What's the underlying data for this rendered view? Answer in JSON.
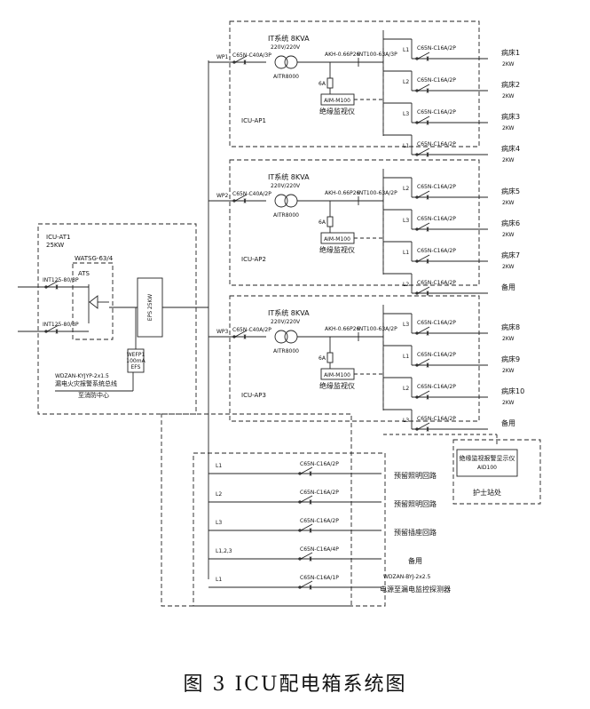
{
  "caption": "图 3 ICU配电箱系统图",
  "at": {
    "name": "ICU-AT1",
    "power": "25KW",
    "ats_model": "WATSG-63/4",
    "ats_label": "ATS",
    "inputs": [
      "INT125-80/3P",
      "INT125-80/3P"
    ],
    "eps_label": "EPS 25KW",
    "wefp_lines": [
      "WEFP1",
      "100mA",
      "EFS"
    ],
    "fire_cable": "WDZAN-KYJYP-2x1.5",
    "fire_desc": "漏电火灾报警系统总线",
    "fire_dest": "至消防中心"
  },
  "panels": [
    {
      "name": "ICU-AP1",
      "feed": "WP1",
      "breaker": "C65N-C40A/3P",
      "it_label": "IT系统 8KVA",
      "voltage": "220V/220V",
      "transformer": "AITR8000",
      "akh": "AKH-0.66P26",
      "fuse": "6A",
      "out_breaker": "INT100-63A/3P",
      "monitor_model": "AIM-M100",
      "monitor_label": "绝缘监视仪",
      "circuits": [
        {
          "phase": "L1",
          "breaker": "C65N-C16A/2P",
          "load": "病床1",
          "power": "2KW"
        },
        {
          "phase": "L2",
          "breaker": "C65N-C16A/2P",
          "load": "病床2",
          "power": "2KW"
        },
        {
          "phase": "L3",
          "breaker": "C65N-C16A/2P",
          "load": "病床3",
          "power": "2KW"
        },
        {
          "phase": "L1",
          "breaker": "C65N-C16A/2P",
          "load": "病床4",
          "power": "2KW"
        }
      ]
    },
    {
      "name": "ICU-AP2",
      "feed": "WP2",
      "breaker": "C65N-C40A/2P",
      "it_label": "IT系统 8KVA",
      "voltage": "220V/220V",
      "transformer": "AITR8000",
      "akh": "AKH-0.66P26",
      "fuse": "6A",
      "out_breaker": "INT100-63A/2P",
      "monitor_model": "AIM-M100",
      "monitor_label": "绝缘监视仪",
      "circuits": [
        {
          "phase": "L2",
          "breaker": "C65N-C16A/2P",
          "load": "病床5",
          "power": "2KW"
        },
        {
          "phase": "L3",
          "breaker": "C65N-C16A/2P",
          "load": "病床6",
          "power": "2KW"
        },
        {
          "phase": "L1",
          "breaker": "C65N-C16A/2P",
          "load": "病床7",
          "power": "2KW"
        },
        {
          "phase": "L2",
          "breaker": "C65N-C16A/2P",
          "load": "备用",
          "power": ""
        }
      ]
    },
    {
      "name": "ICU-AP3",
      "feed": "WP3",
      "breaker": "C65N-C40A/2P",
      "it_label": "IT系统 8KVA",
      "voltage": "220V/220V",
      "transformer": "AITR8000",
      "akh": "AKH-0.66P26",
      "fuse": "6A",
      "out_breaker": "INT100-63A/2P",
      "monitor_model": "AIM-M100",
      "monitor_label": "绝缘监视仪",
      "circuits": [
        {
          "phase": "L3",
          "breaker": "C65N-C16A/2P",
          "load": "病床8",
          "power": "2KW"
        },
        {
          "phase": "L1",
          "breaker": "C65N-C16A/2P",
          "load": "病床9",
          "power": "2KW"
        },
        {
          "phase": "L2",
          "breaker": "C65N-C16A/2P",
          "load": "病床10",
          "power": "2KW"
        },
        {
          "phase": "L3",
          "breaker": "C65N-C16A/2P",
          "load": "备用",
          "power": ""
        }
      ]
    }
  ],
  "alarm": {
    "title": "绝缘监视报警显示仪",
    "model": "AID100",
    "location": "护士站处"
  },
  "bottom": {
    "circuits": [
      {
        "phase": "L1",
        "breaker": "C65N-C16A/2P",
        "desc": "预留照明回路"
      },
      {
        "phase": "L2",
        "breaker": "C65N-C16A/2P",
        "desc": "预留照明回路"
      },
      {
        "phase": "L3",
        "breaker": "C65N-C16A/2P",
        "desc": "预留插座回路"
      },
      {
        "phase": "L1,2,3",
        "breaker": "C65N-C16A/4P",
        "desc": "备用"
      },
      {
        "phase": "L1",
        "breaker": "C65N-C16A/1P",
        "desc": "电源至漏电监控探测器"
      }
    ],
    "cable": "WDZAN-BYJ-2x2.5"
  }
}
